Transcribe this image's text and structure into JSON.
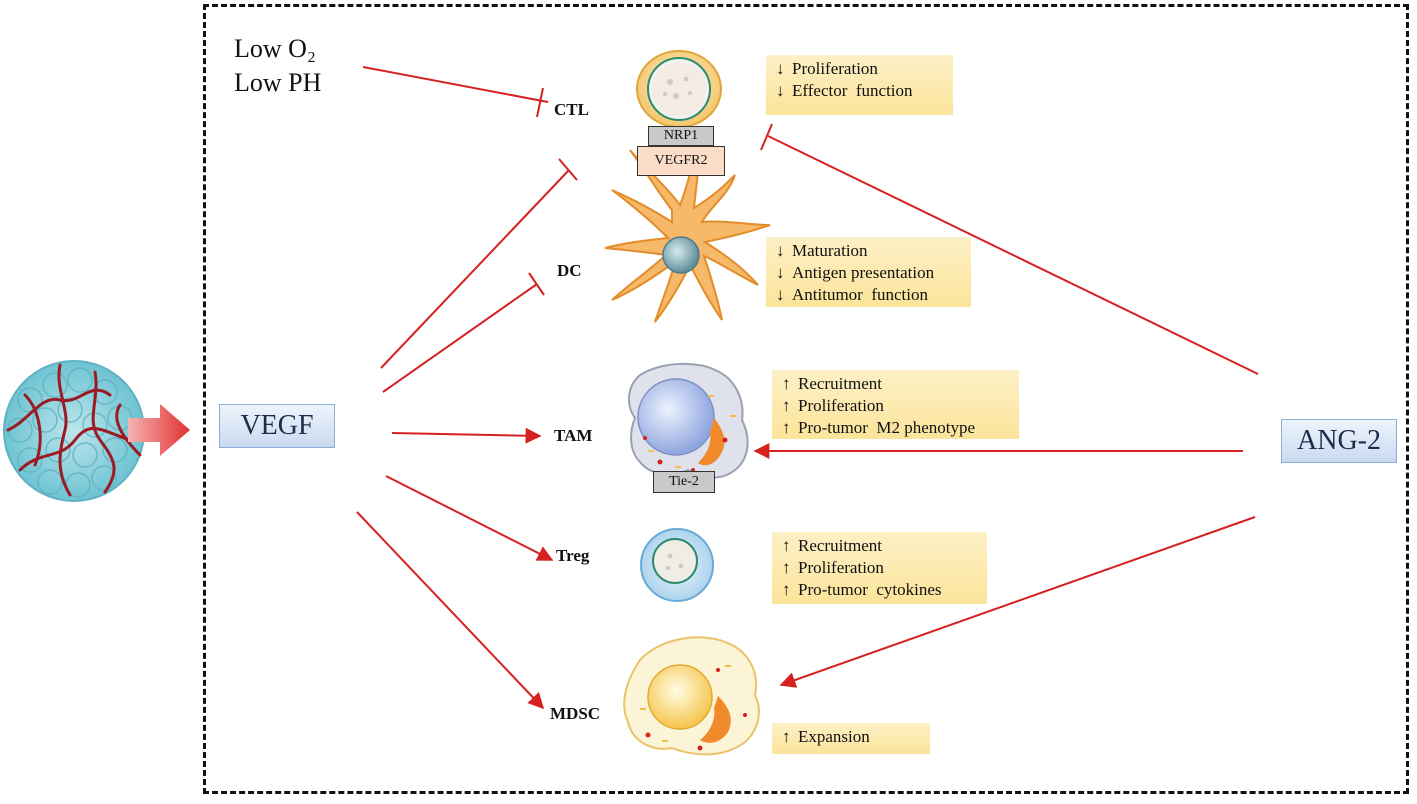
{
  "conditions": [
    "Low O₂",
    "Low PH"
  ],
  "source_factors": {
    "vegf": "VEGF",
    "ang2": "ANG-2"
  },
  "receptors": {
    "nrp1": "NRP1",
    "vegfr2": "VEGFR2",
    "tie2": "Tie-2"
  },
  "cells": [
    {
      "id": "ctl",
      "label": "CTL",
      "effects": [
        {
          "dir": "down",
          "text": "Proliferation"
        },
        {
          "dir": "down",
          "text": "Effector  function"
        }
      ]
    },
    {
      "id": "dc",
      "label": "DC",
      "effects": [
        {
          "dir": "down",
          "text": "Maturation"
        },
        {
          "dir": "down",
          "text": "Antigen presentation"
        },
        {
          "dir": "down",
          "text": "Antitumor  function"
        }
      ]
    },
    {
      "id": "tam",
      "label": "TAM",
      "effects": [
        {
          "dir": "up",
          "text": "Recruitment"
        },
        {
          "dir": "up",
          "text": "Proliferation"
        },
        {
          "dir": "up",
          "text": "Pro-tumor  M2 phenotype"
        }
      ]
    },
    {
      "id": "treg",
      "label": "Treg",
      "effects": [
        {
          "dir": "up",
          "text": "Recruitment"
        },
        {
          "dir": "up",
          "text": "Proliferation"
        },
        {
          "dir": "up",
          "text": "Pro-tumor  cytokines"
        }
      ]
    },
    {
      "id": "mdsc",
      "label": "MDSC",
      "effects": [
        {
          "dir": "up",
          "text": "Expansion"
        }
      ]
    }
  ],
  "arrow_glyphs": {
    "up": "↑",
    "down": "↓"
  },
  "colors": {
    "inhibit_line": "#d62121",
    "box_fill": "#fbe49a",
    "factor_box": "#c9daf0",
    "dashed_border": "#111111"
  }
}
